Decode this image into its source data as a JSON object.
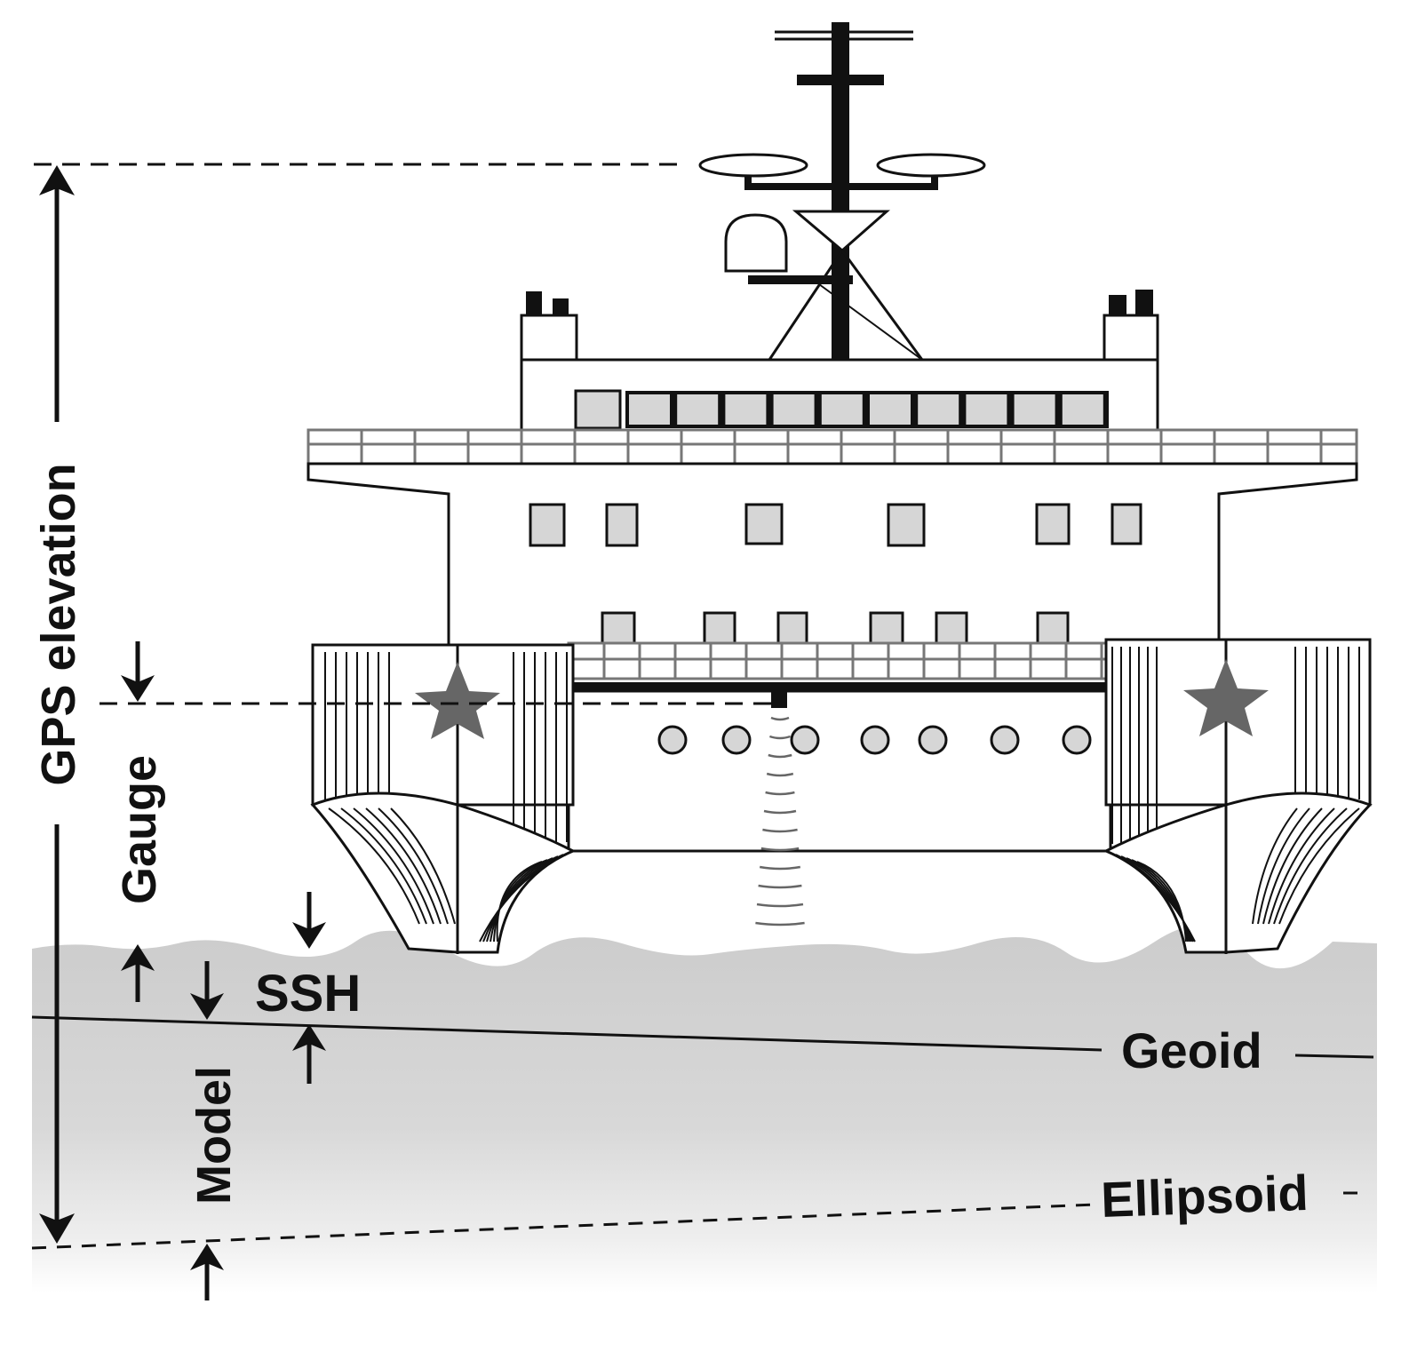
{
  "labels": {
    "gps_elevation": "GPS elevation",
    "gauge": "Gauge",
    "ssh": "SSH",
    "model": "Model",
    "geoid": "Geoid",
    "ellipsoid": "Ellipsoid"
  },
  "colors": {
    "sea": "#cccccc",
    "window": "#d6d6d6",
    "star": "#666666",
    "rail": "#777777",
    "ink": "#111111"
  }
}
